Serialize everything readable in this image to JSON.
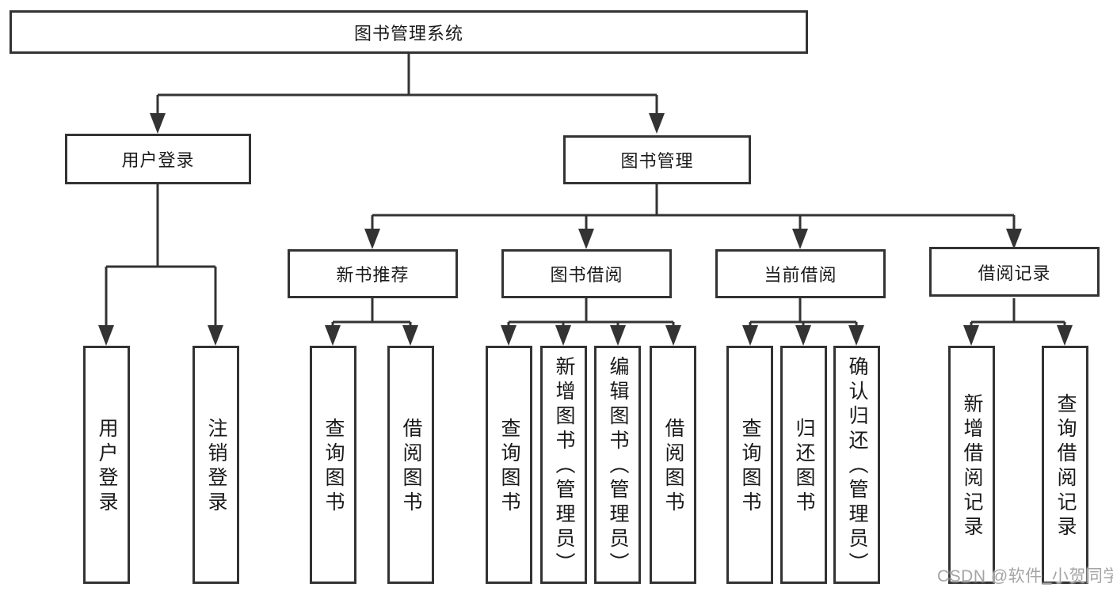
{
  "watermark": {
    "text": "CSDN @软件_小贺同学"
  },
  "colors": {
    "line": "#333333",
    "box_border": "#333333",
    "box_fill": "#ffffff",
    "text": "#1a1a1a",
    "watermark": "#a5a5a5",
    "background": "#ffffff"
  },
  "tree": {
    "root": {
      "label": "图书管理系统",
      "children": [
        {
          "label": "用户登录",
          "children": [
            {
              "label": "用户登录"
            },
            {
              "label": "注销登录"
            }
          ]
        },
        {
          "label": "图书管理",
          "children": [
            {
              "label": "新书推荐",
              "children": [
                {
                  "label": "查询图书"
                },
                {
                  "label": "借阅图书"
                }
              ]
            },
            {
              "label": "图书借阅",
              "children": [
                {
                  "label": "查询图书"
                },
                {
                  "label": "新增图书（管理员）"
                },
                {
                  "label": "编辑图书（管理员）"
                },
                {
                  "label": "借阅图书"
                }
              ]
            },
            {
              "label": "当前借阅",
              "children": [
                {
                  "label": "查询图书"
                },
                {
                  "label": "归还图书"
                },
                {
                  "label": "确认归还（管理员）"
                }
              ]
            },
            {
              "label": "借阅记录",
              "children": [
                {
                  "label": "新增借阅记录"
                },
                {
                  "label": "查询借阅记录"
                }
              ]
            }
          ]
        }
      ]
    }
  }
}
